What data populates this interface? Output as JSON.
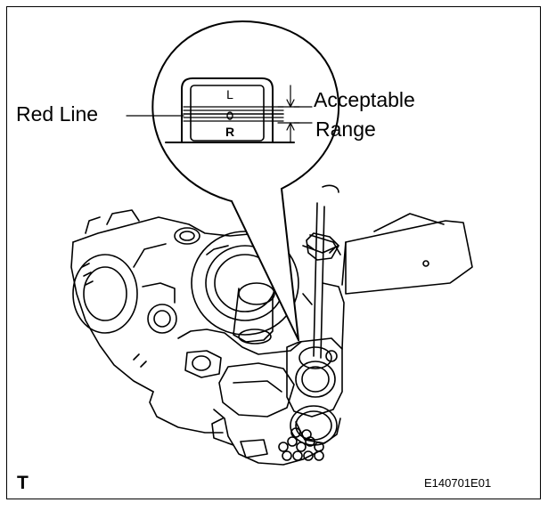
{
  "labels": {
    "red_line": "Red Line",
    "acceptable": "Acceptable",
    "range": "Range",
    "gauge_top": "L",
    "gauge_bottom": "R",
    "corner_mark": "T",
    "figure_code": "E140701E01"
  }
}
